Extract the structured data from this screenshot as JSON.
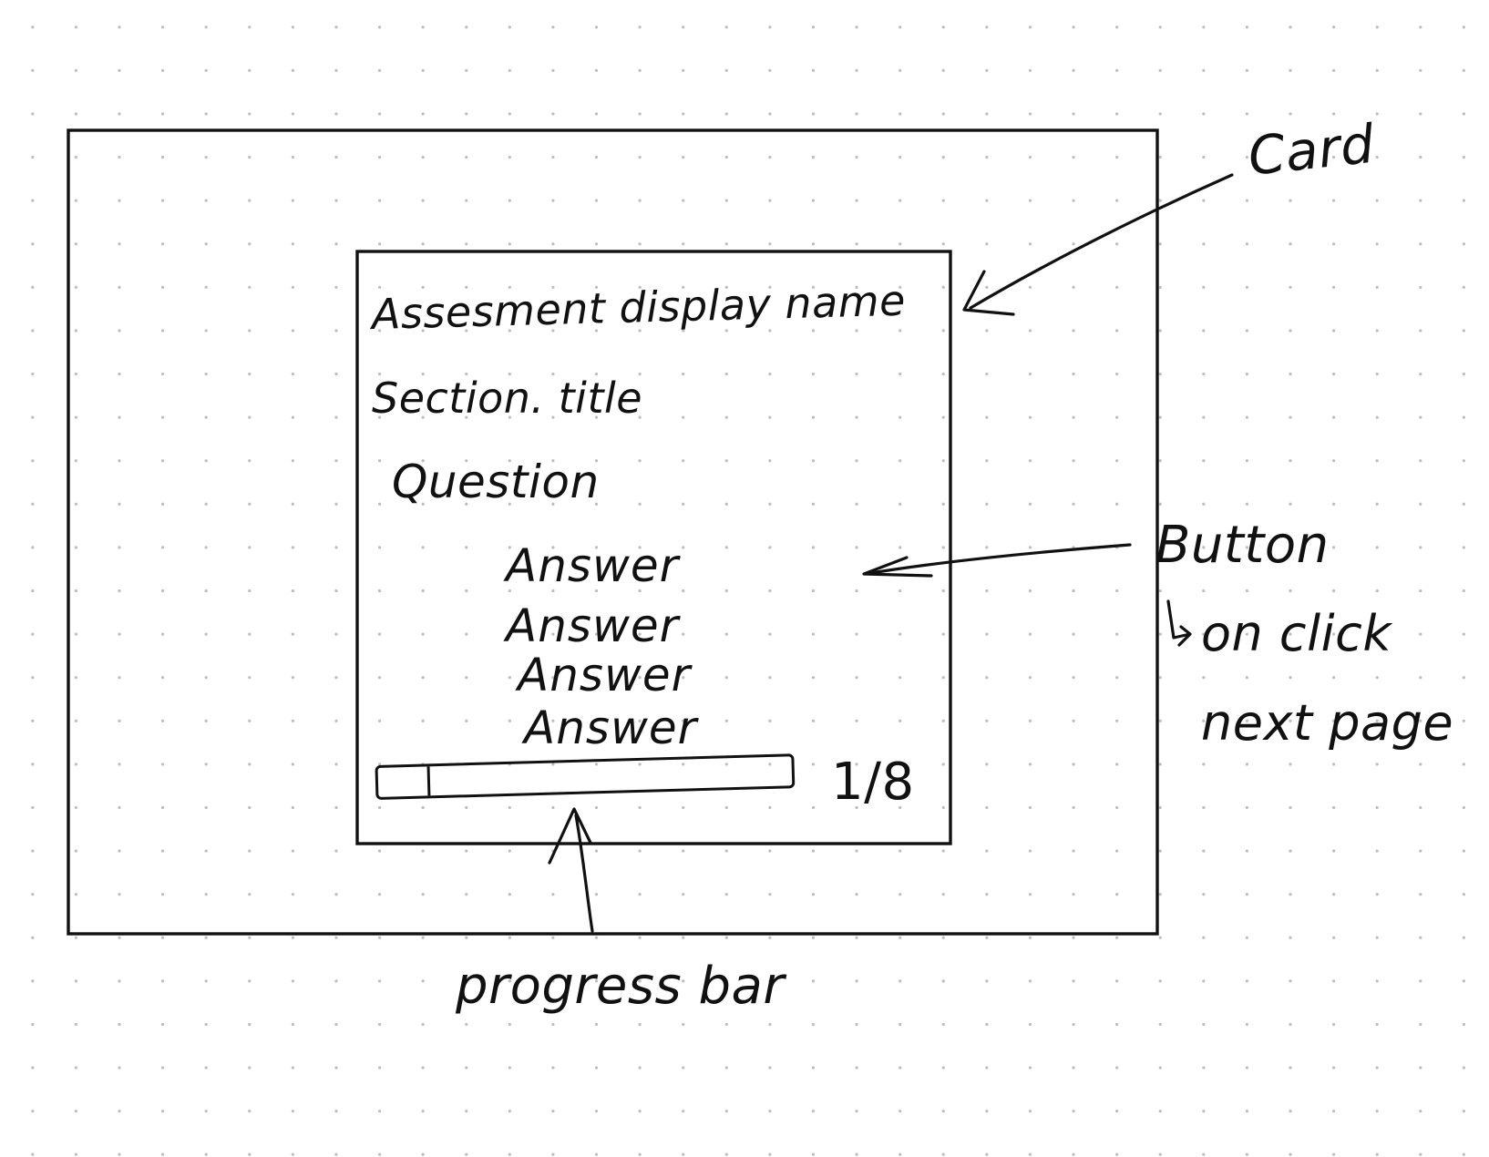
{
  "card": {
    "assessment_name": "Assesment display name",
    "section_title": "Section. title",
    "question": "Question",
    "answers": [
      "Answer",
      "Answer",
      "Answer",
      "Answer"
    ],
    "progress": {
      "label": "1/8",
      "current": 1,
      "total": 8,
      "fraction": 0.125
    }
  },
  "annotations": {
    "card": "Card",
    "button": "Button",
    "button_note": "on click",
    "button_note_2": "next page",
    "progress_bar": "progress bar"
  }
}
